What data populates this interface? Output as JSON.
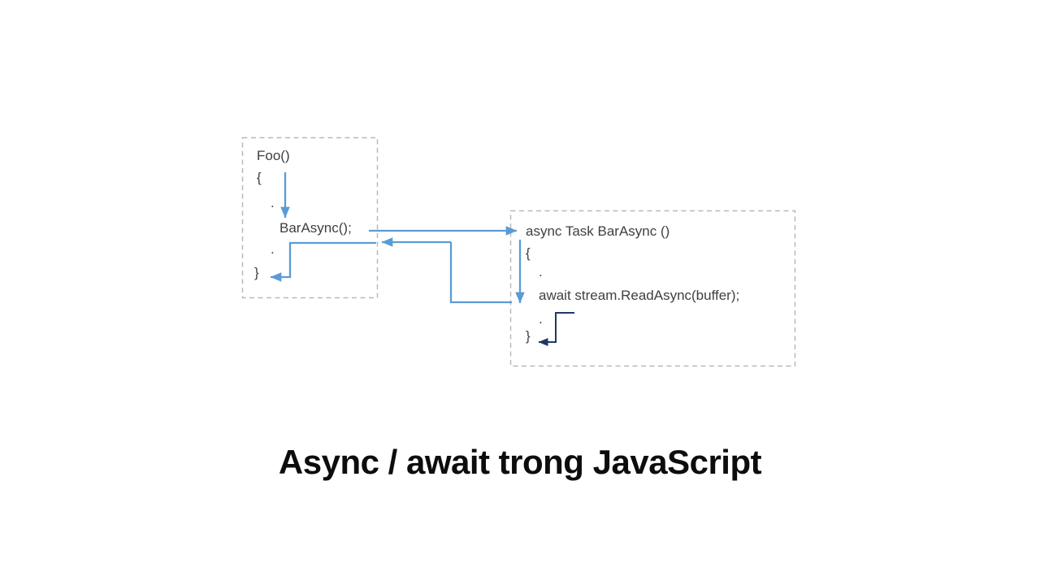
{
  "title": "Async / await trong JavaScript",
  "diagram": {
    "caller_box": {
      "lines": [
        "Foo()",
        "{",
        ".",
        "BarAsync();",
        ".",
        "}"
      ]
    },
    "callee_box": {
      "lines": [
        "async Task BarAsync ()",
        "{",
        ".",
        "await stream.ReadAsync(buffer);",
        ".",
        "}"
      ]
    },
    "arrows": {
      "call": "BarAsync(); to async Task BarAsync ()",
      "return_to_caller": "await point back to caller",
      "caller_continue": "continue to closing brace of Foo",
      "callee_flow": "method start down to await",
      "callee_continue": "resume after await to closing brace"
    }
  },
  "colors": {
    "arrow_primary": "#5b9bd5",
    "arrow_resume": "#1f3864",
    "box_border": "#b9b9b9",
    "code_text": "#3f3f3f",
    "title_text": "#0d0d0d",
    "background": "#ffffff"
  }
}
